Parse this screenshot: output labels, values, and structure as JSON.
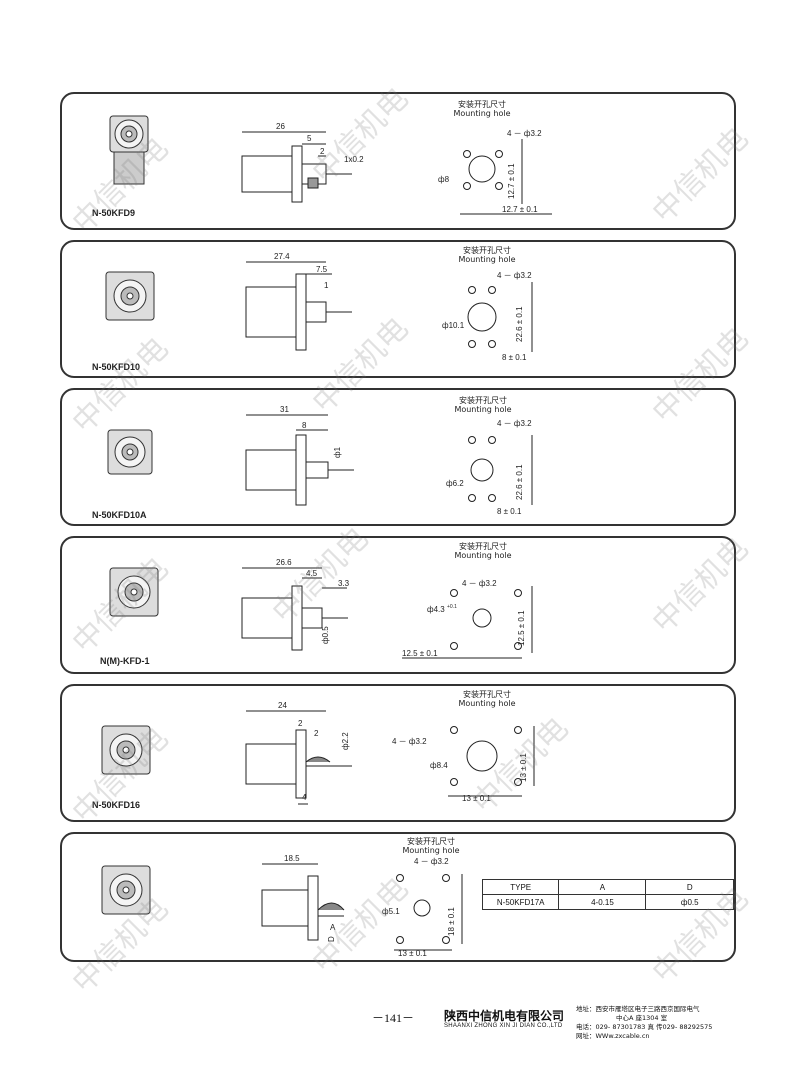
{
  "mounting_title_cn": "安装开孔尺寸",
  "mounting_title_en": "Mounting hole",
  "watermark": "中信机电",
  "panels": [
    {
      "model": "N-50KFD9",
      "dims": {
        "overall": "26",
        "d1": "5",
        "d2": "2",
        "d3": "1x0.2"
      },
      "holes": {
        "hole": "4 － ф3.2",
        "center": "ф8",
        "vspace": "12.7 ± 0.1",
        "hspace": "12.7 ± 0.1"
      }
    },
    {
      "model": "N-50KFD10",
      "dims": {
        "overall": "27.4",
        "d1": "7.5",
        "d2": "1"
      },
      "holes": {
        "hole": "4 － ф3.2",
        "center": "ф10.1",
        "vspace": "22.6 ± 0.1",
        "hspace": "8 ± 0.1"
      }
    },
    {
      "model": "N-50KFD10A",
      "dims": {
        "overall": "31",
        "d1": "8",
        "d2": "ф1"
      },
      "holes": {
        "hole": "4 － ф3.2",
        "center": "ф6.2",
        "vspace": "22.6 ± 0.1",
        "hspace": "8 ± 0.1"
      }
    },
    {
      "model": "N(M)-KFD-1",
      "dims": {
        "overall": "26.6",
        "d1": "4.5",
        "d2": "3.3",
        "d3": "ф0.5"
      },
      "holes": {
        "hole": "4 － ф3.2",
        "center": "ф4.3",
        "center_tol": "+0.1",
        "vspace": "12.5 ± 0.1",
        "hspace": "12.5 ± 0.1"
      }
    },
    {
      "model": "N-50KFD16",
      "dims": {
        "overall": "24",
        "d1": "2",
        "d2": "2",
        "d3": "ф2.2",
        "d4": "4"
      },
      "holes": {
        "hole": "4 － ф3.2",
        "center": "ф8.4",
        "vspace": "13 ± 0.1",
        "hspace": "13 ± 0.1"
      }
    },
    {
      "model": "",
      "dims": {
        "overall": "18.5",
        "d1": "A",
        "d2": "D"
      },
      "holes": {
        "hole": "4 － ф3.2",
        "center": "ф5.1",
        "vspace": "18 ± 0.1",
        "hspace": "13 ± 0.1"
      },
      "table": {
        "headers": [
          "TYPE",
          "A",
          "D"
        ],
        "row": [
          "N-50KFD17A",
          "4-0.15",
          "ф0.5"
        ]
      }
    }
  ],
  "footer": {
    "page_number": "－141－",
    "company_cn": "陕西中信机电有限公司",
    "company_en": "SHAANXI ZHONG XIN JI DIAN CO.,LTD",
    "address_line1": "地址：西安市雁塔区电子三路西京国际电气",
    "address_line2": "中心A 座1304 室",
    "phone_line": "电话：029- 87301783      真 传029- 88292575",
    "web_line": "网址：WWw.zxcable.cn"
  }
}
